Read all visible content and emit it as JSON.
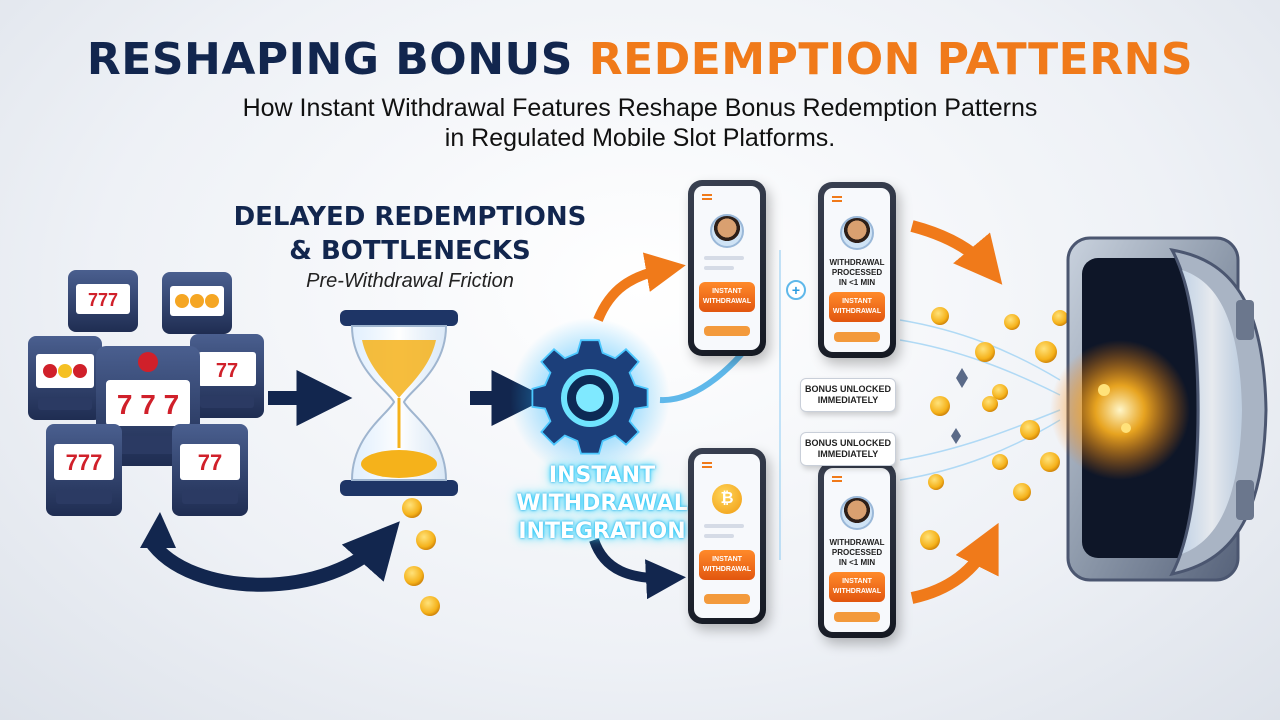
{
  "header": {
    "title_part1": "RESHAPING BONUS",
    "title_part2": "REDEMPTION PATTERNS",
    "subtitle_line1": "How Instant Withdrawal Features Reshape Bonus Redemption Patterns",
    "subtitle_line2": "in Regulated Mobile Slot Platforms."
  },
  "left_section": {
    "heading_line1": "DELAYED REDEMPTIONS",
    "heading_line2": "& BOTTLENECKS",
    "subheading": "Pre-Withdrawal Friction"
  },
  "center_section": {
    "label_line1": "INSTANT",
    "label_line2": "WITHDRAWAL",
    "label_line3": "INTEGRATION"
  },
  "phones": {
    "instant_withdrawal_button": "INSTANT WITHDRAWAL",
    "processed_text": "WITHDRAWAL PROCESSED IN <1 MIN",
    "coin_symbol": "₿"
  },
  "bubbles": {
    "bonus_unlocked": "BONUS UNLOCKED IMMEDIATELY"
  },
  "colors": {
    "navy": "#12264e",
    "orange": "#f07a1a",
    "gold": "#f5b21b",
    "cyan_glow": "#29d3ff"
  }
}
